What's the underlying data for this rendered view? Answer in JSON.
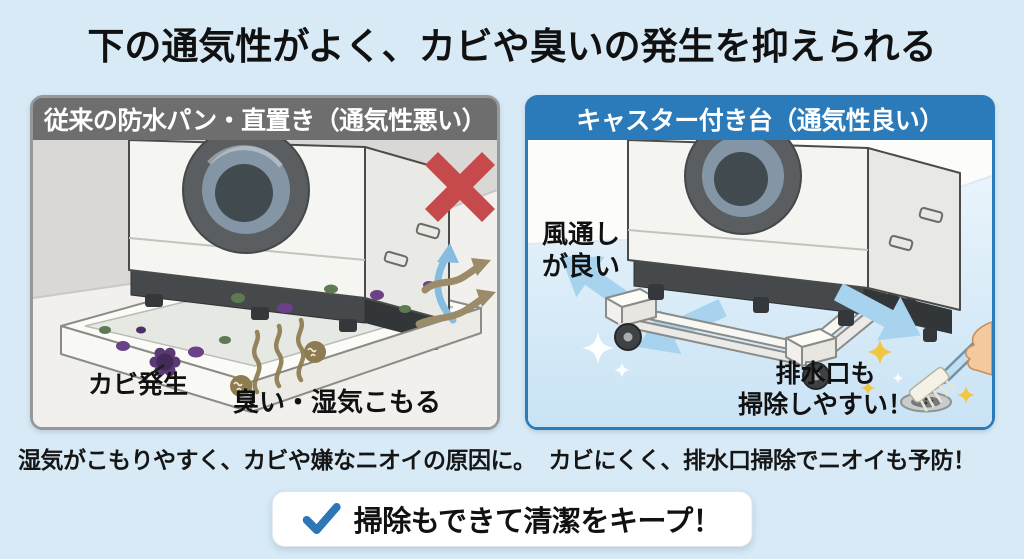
{
  "title": "下の通気性がよく、カビや臭いの発生を抑えられる",
  "left_panel": {
    "header": "従来の防水パン・直置き（通気性悪い）",
    "mold_label": "カビ発生",
    "odor_label": "臭い・湿気こもる",
    "caption": "湿気がこもりやすく、カビや嫌なニオイの原因に。"
  },
  "right_panel": {
    "header": "キャスター付き台（通気性良い）",
    "airflow_label_line1": "風通し",
    "airflow_label_line2": "が良い",
    "drain_label_line1": "排水口も",
    "drain_label_line2": "掃除しやすい！",
    "caption": "カビにくく、排水口掃除でニオイも予防！"
  },
  "banner": {
    "text": "掃除もできて清潔をキープ！"
  },
  "colors": {
    "page_bg": "#d7eaf6",
    "left_header_bg": "#6e6e6e",
    "right_header_bg": "#2b7ab9",
    "panel_border_gray": "#98989a",
    "panel_border_blue": "#2b7ab9",
    "x_red": "#c64a4c",
    "check_blue": "#2e77b6",
    "airflow_blue": "#a7d3ef",
    "mold_purple": "#6b4287",
    "mold_green": "#5e7a53",
    "odor_brown": "#8d7c50",
    "text_dark": "#111111"
  }
}
